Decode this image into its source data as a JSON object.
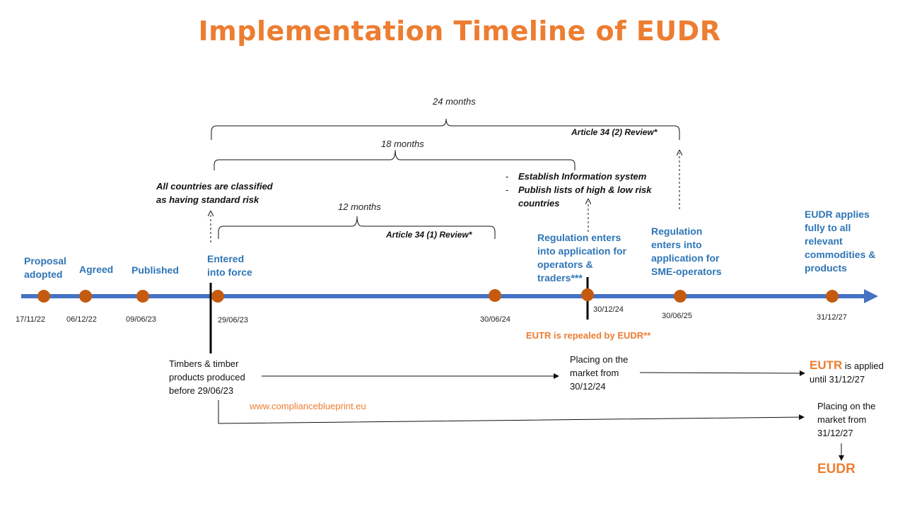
{
  "title": "Implementation Timeline of EUDR",
  "colors": {
    "accent": "#ed7d31",
    "timeline": "#4472c4",
    "milestone": "#c55a11",
    "label_blue": "#2e75b6"
  },
  "durations": {
    "d24": "24 months",
    "d18": "18 months",
    "d12": "12 months"
  },
  "reviews": {
    "art34_2": "Article 34 (2) Review*",
    "art34_1": "Article 34 (1) Review*"
  },
  "notes": {
    "classified_line1": "All countries are classified",
    "classified_line2": "as having standard risk",
    "task1": "Establish Information system",
    "task2_line1": "Publish lists of high & low risk",
    "task2_line2": "countries",
    "dash": "-"
  },
  "events": {
    "proposal_l1": "Proposal",
    "proposal_l2": "adopted",
    "agreed": "Agreed",
    "published": "Published",
    "entered_l1": "Entered",
    "entered_l2": "into force",
    "reg_ops_l1": "Regulation enters",
    "reg_ops_l2": "into application for",
    "reg_ops_l3": "operators &",
    "reg_ops_l4": "traders***",
    "reg_sme_l1": "Regulation",
    "reg_sme_l2": "enters into",
    "reg_sme_l3": "application for",
    "reg_sme_l4": "SME-operators",
    "full_l1": "EUDR applies",
    "full_l2": "fully to all",
    "full_l3": "relevant",
    "full_l4": "commodities &",
    "full_l5": "products"
  },
  "dates": {
    "d1": "17/11/22",
    "d2": "06/12/22",
    "d3": "09/06/23",
    "d4": "29/06/23",
    "d5": "30/06/24",
    "d6": "30/12/24",
    "d7": "30/06/25",
    "d8": "31/12/27"
  },
  "bottom": {
    "repealed": "EUTR is repealed by EUDR**",
    "timber_l1": "Timbers & timber",
    "timber_l2": "products produced",
    "timber_l3": "before 29/06/23",
    "placing1_l1": "Placing on the",
    "placing1_l2": "market from",
    "placing1_l3": "30/12/24",
    "eutr": "EUTR",
    "applied": "is applied",
    "until": "until 31/12/27",
    "placing2_l1": "Placing on the",
    "placing2_l2": "market from",
    "placing2_l3": "31/12/27",
    "eudr": "EUDR",
    "website": "www.complianceblueprint.eu"
  }
}
